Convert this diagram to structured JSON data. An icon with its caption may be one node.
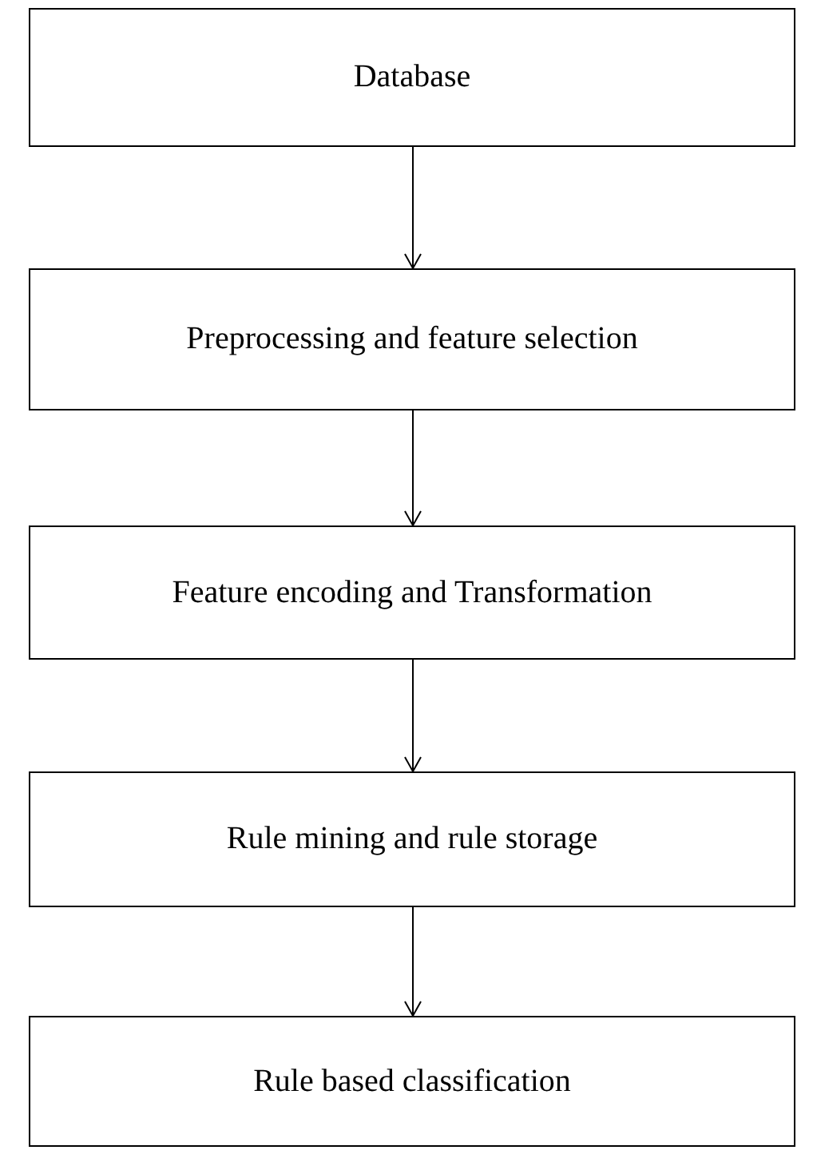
{
  "diagram": {
    "nodes": [
      {
        "text": [
          "Database"
        ]
      },
      {
        "text": [
          "Preprocessing and feature selection"
        ]
      },
      {
        "text": [
          "Feature encoding and Transformation"
        ]
      },
      {
        "text": [
          "Rule mining and rule storage"
        ]
      },
      {
        "text": [
          "Rule based classification"
        ]
      }
    ],
    "edges": [
      {
        "from": 0,
        "to": 1,
        "arrow": "to"
      },
      {
        "from": 1,
        "to": 2,
        "arrow": "to"
      },
      {
        "from": 2,
        "to": 3,
        "arrow": "to"
      },
      {
        "from": 3,
        "to": 4,
        "arrow": "to"
      }
    ]
  }
}
